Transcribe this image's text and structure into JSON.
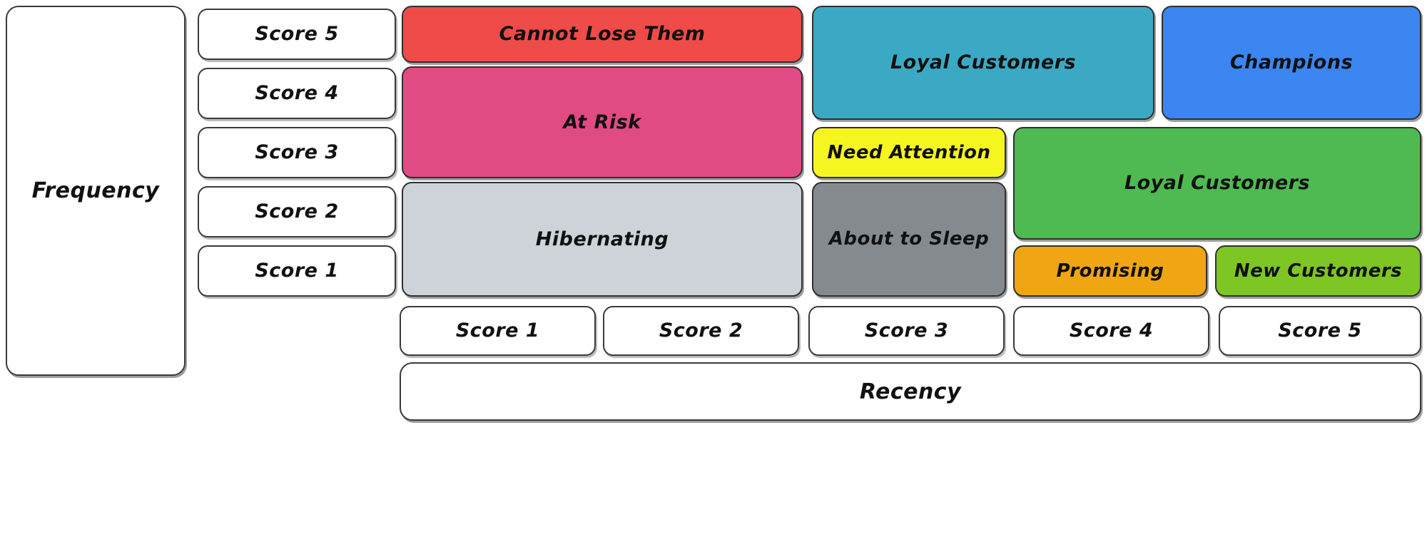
{
  "diagram": {
    "title_axes": {
      "frequency_label": "Frequency",
      "recency_label": "Recency"
    },
    "frequency_scores": [
      {
        "label": "Score 5"
      },
      {
        "label": "Score 4"
      },
      {
        "label": "Score 3"
      },
      {
        "label": "Score 2"
      },
      {
        "label": "Score 1"
      }
    ],
    "recency_scores": [
      {
        "label": "Score 1"
      },
      {
        "label": "Score 2"
      },
      {
        "label": "Score 3"
      },
      {
        "label": "Score 4"
      },
      {
        "label": "Score 5"
      }
    ],
    "segments": [
      {
        "name": "cannot-lose-them",
        "label": "Cannot Lose Them",
        "color": "#EF4B49"
      },
      {
        "name": "at-risk",
        "label": "At Risk",
        "color": "#E04B83"
      },
      {
        "name": "hibernating",
        "label": "Hibernating",
        "color": "#CED3DA"
      },
      {
        "name": "loyal-customers-teal",
        "label": "Loyal Customers",
        "color": "#3BA9C4"
      },
      {
        "name": "need-attention",
        "label": "Need Attention",
        "color": "#F5F520"
      },
      {
        "name": "about-to-sleep",
        "label": "About to Sleep",
        "color": "#858A8F"
      },
      {
        "name": "loyal-customers-green",
        "label": "Loyal Customers",
        "color": "#4FBA52"
      },
      {
        "name": "promising",
        "label": "Promising",
        "color": "#F0A613"
      },
      {
        "name": "new-customers",
        "label": "New Customers",
        "color": "#7DC624"
      }
    ],
    "colors": {
      "background": "#FFFFFF",
      "outline": "#2B2B2B",
      "text": "#111111"
    }
  }
}
